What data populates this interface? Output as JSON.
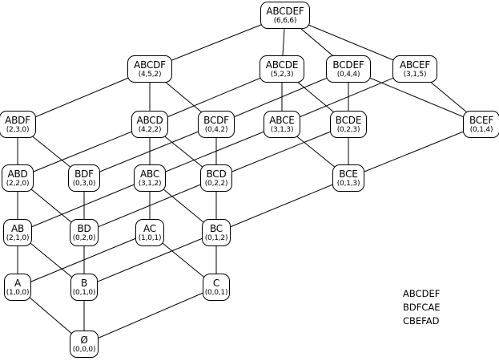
{
  "nodes": [
    {
      "id": "ABCDEF",
      "label": "ABCDEF",
      "tuple": "(6,6,6)"
    },
    {
      "id": "ABCDF",
      "label": "ABCDF",
      "tuple": "(4,5,2)"
    },
    {
      "id": "ABCDE",
      "label": "ABCDE",
      "tuple": "(5,2,3)"
    },
    {
      "id": "BCDEF",
      "label": "BCDEF",
      "tuple": "(0,4,4)"
    },
    {
      "id": "ABCEF",
      "label": "ABCEF",
      "tuple": "(3,1,5)"
    },
    {
      "id": "ABDF",
      "label": "ABDF",
      "tuple": "(2,3,0)"
    },
    {
      "id": "ABCD",
      "label": "ABCD",
      "tuple": "(4,2,2)"
    },
    {
      "id": "BCDF",
      "label": "BCDF",
      "tuple": "(0,4,2)"
    },
    {
      "id": "ABCE",
      "label": "ABCE",
      "tuple": "(3,1,3)"
    },
    {
      "id": "BCDE",
      "label": "BCDE",
      "tuple": "(0,2,3)"
    },
    {
      "id": "BCEF",
      "label": "BCEF",
      "tuple": "(0,1,4)"
    },
    {
      "id": "ABD",
      "label": "ABD",
      "tuple": "(2,2,0)"
    },
    {
      "id": "BDF",
      "label": "BDF",
      "tuple": "(0,3,0)"
    },
    {
      "id": "ABC",
      "label": "ABC",
      "tuple": "(3,1,2)"
    },
    {
      "id": "BCD",
      "label": "BCD",
      "tuple": "(0,2,2)"
    },
    {
      "id": "BCE",
      "label": "BCE",
      "tuple": "(0,1,3)"
    },
    {
      "id": "AB",
      "label": "AB",
      "tuple": "(2,1,0)"
    },
    {
      "id": "BD",
      "label": "BD",
      "tuple": "(0,2,0)"
    },
    {
      "id": "AC",
      "label": "AC",
      "tuple": "(1,0,1)"
    },
    {
      "id": "BC",
      "label": "BC",
      "tuple": "(0,1,2)"
    },
    {
      "id": "A",
      "label": "A",
      "tuple": "(1,0,0)"
    },
    {
      "id": "B",
      "label": "B",
      "tuple": "(0,1,0)"
    },
    {
      "id": "C",
      "label": "C",
      "tuple": "(0,0,1)"
    },
    {
      "id": "EMPTY",
      "label": "Ø",
      "tuple": "(0,0,0)"
    }
  ],
  "edges": [
    [
      "ABCDEF",
      "ABCDF"
    ],
    [
      "ABCDEF",
      "ABCDE"
    ],
    [
      "ABCDEF",
      "BCDEF"
    ],
    [
      "ABCDEF",
      "ABCEF"
    ],
    [
      "ABCDF",
      "ABDF"
    ],
    [
      "ABCDF",
      "ABCD"
    ],
    [
      "ABCDF",
      "BCDF"
    ],
    [
      "ABCDE",
      "ABCD"
    ],
    [
      "ABCDE",
      "ABCE"
    ],
    [
      "ABCDE",
      "BCDE"
    ],
    [
      "BCDEF",
      "BCDF"
    ],
    [
      "BCDEF",
      "BCDE"
    ],
    [
      "BCDEF",
      "BCEF"
    ],
    [
      "ABCEF",
      "ABCE"
    ],
    [
      "ABCEF",
      "BCEF"
    ],
    [
      "ABDF",
      "ABD"
    ],
    [
      "ABDF",
      "BDF"
    ],
    [
      "ABCD",
      "ABD"
    ],
    [
      "ABCD",
      "ABC"
    ],
    [
      "ABCD",
      "BCD"
    ],
    [
      "BCDF",
      "BDF"
    ],
    [
      "BCDF",
      "BCD"
    ],
    [
      "ABCE",
      "ABC"
    ],
    [
      "ABCE",
      "BCE"
    ],
    [
      "BCDE",
      "BCD"
    ],
    [
      "BCDE",
      "BCE"
    ],
    [
      "BCEF",
      "BCE"
    ],
    [
      "ABD",
      "AB"
    ],
    [
      "ABD",
      "BD"
    ],
    [
      "BDF",
      "BD"
    ],
    [
      "ABC",
      "AB"
    ],
    [
      "ABC",
      "AC"
    ],
    [
      "ABC",
      "BC"
    ],
    [
      "BCD",
      "BD"
    ],
    [
      "BCD",
      "BC"
    ],
    [
      "BCE",
      "BC"
    ],
    [
      "AB",
      "A"
    ],
    [
      "AB",
      "B"
    ],
    [
      "BD",
      "B"
    ],
    [
      "AC",
      "A"
    ],
    [
      "AC",
      "C"
    ],
    [
      "BC",
      "B"
    ],
    [
      "BC",
      "C"
    ],
    [
      "A",
      "EMPTY"
    ],
    [
      "B",
      "EMPTY"
    ],
    [
      "C",
      "EMPTY"
    ]
  ],
  "orders": [
    "ABCDEF",
    "BDFCAE",
    "CBEFAD"
  ]
}
